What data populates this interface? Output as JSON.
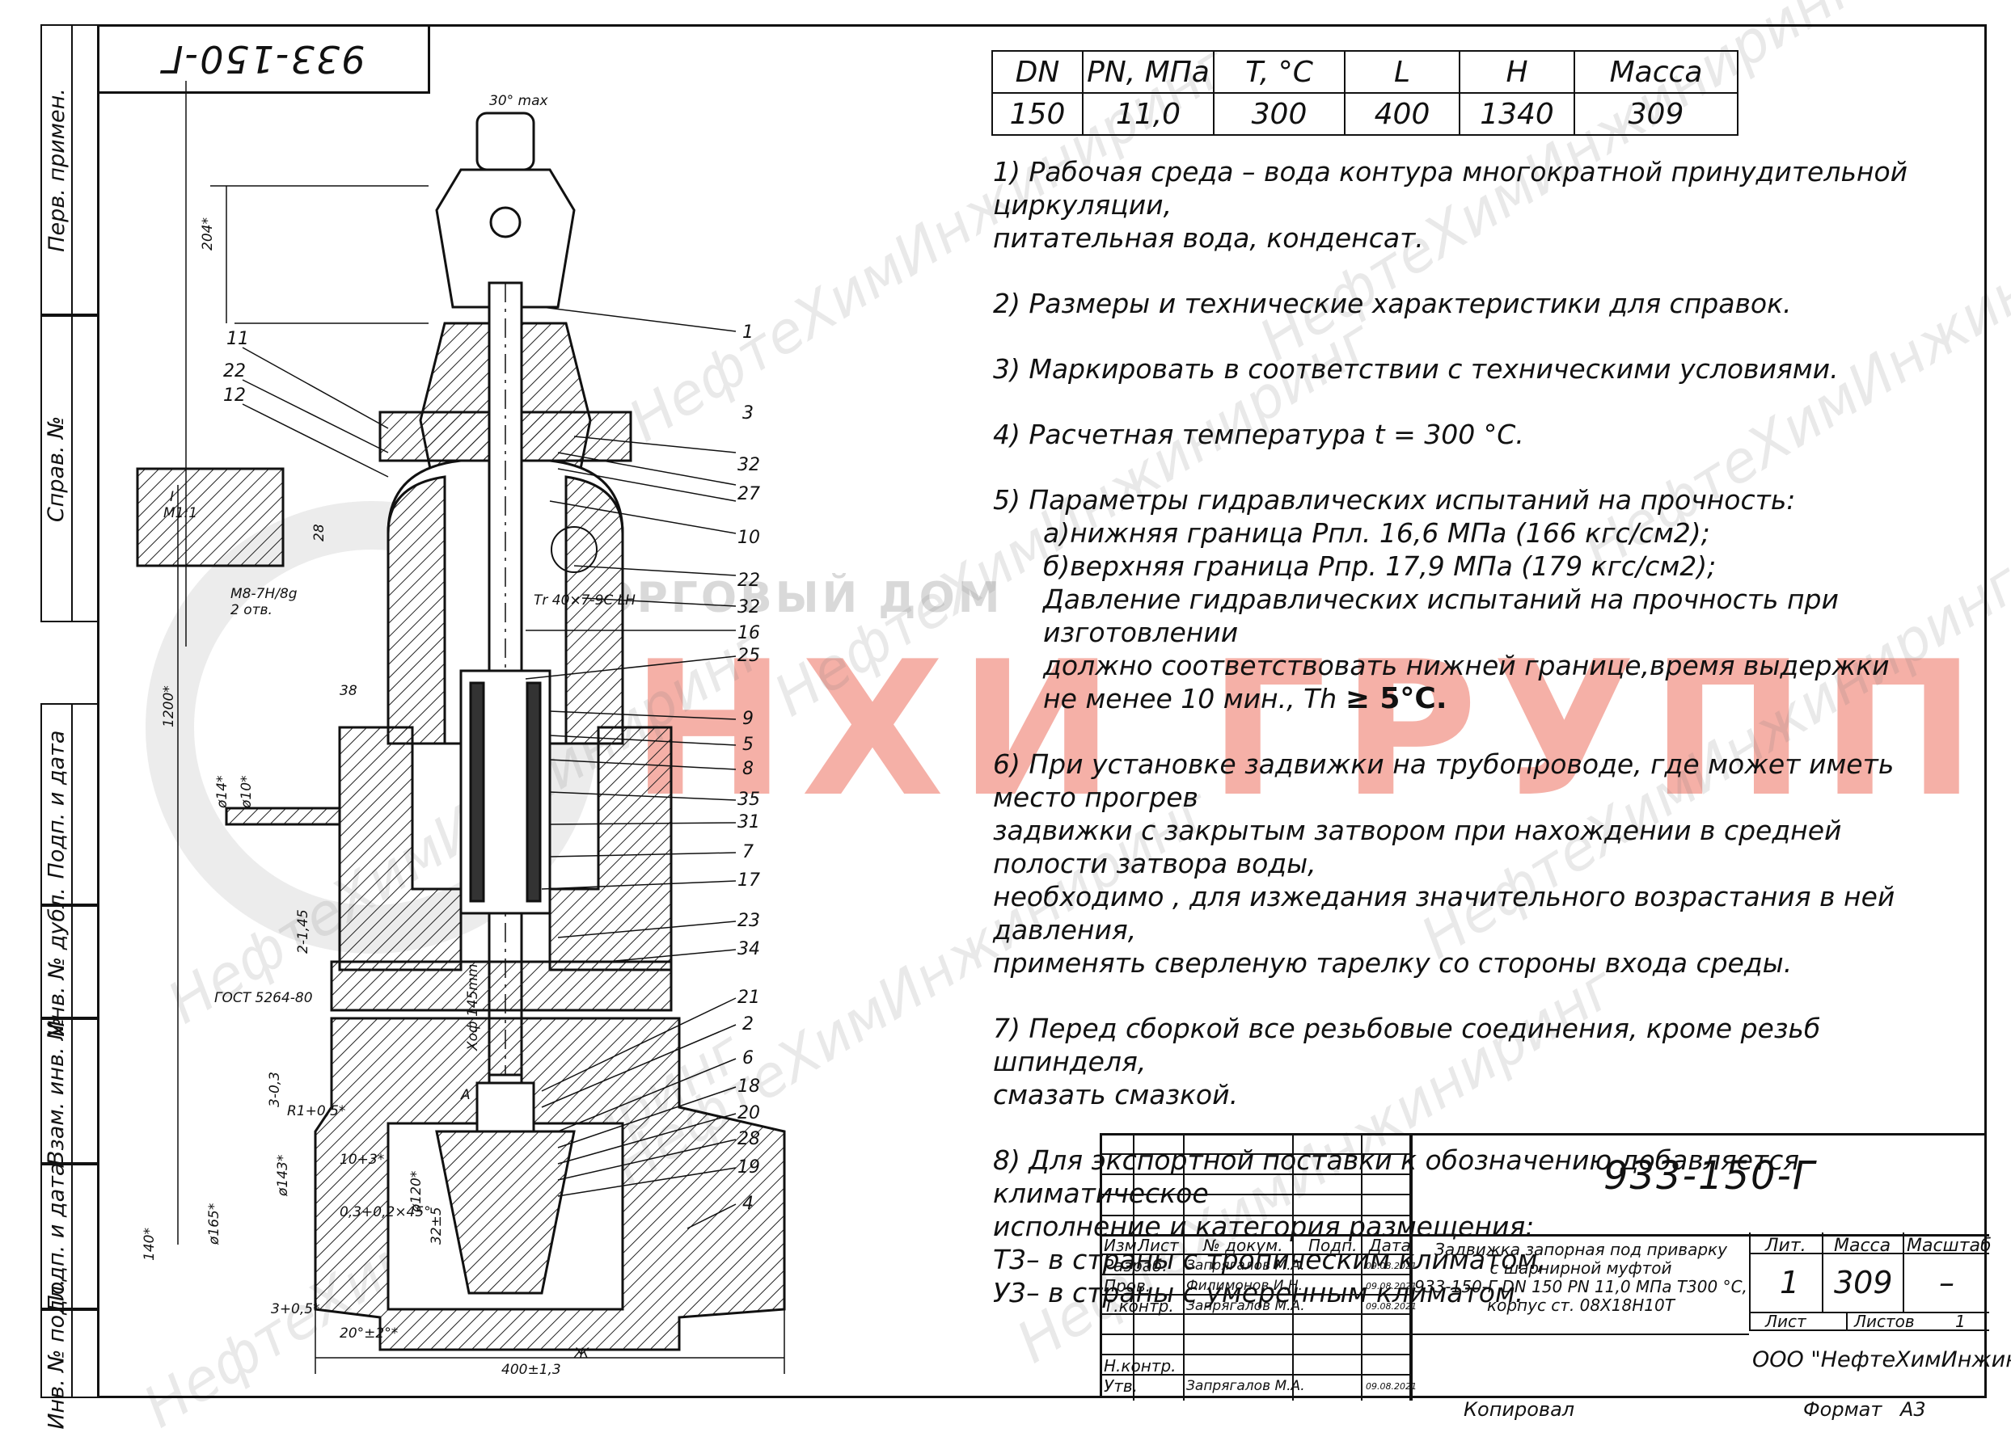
{
  "stamp": {
    "code_rotated": "933-150-Г"
  },
  "sidebar": {
    "items": [
      {
        "label": "Перв. примен."
      },
      {
        "label": "Справ. №"
      },
      {
        "label": "Подп. и дата"
      },
      {
        "label": "Инв. № дубл."
      },
      {
        "label": "Взам. инв. №"
      },
      {
        "label": "Подп. и дата"
      },
      {
        "label": "Инв. № подл."
      }
    ]
  },
  "spec": {
    "headers": [
      "DN",
      "PN, МПа",
      "T, °С",
      "L",
      "H",
      "Масса"
    ],
    "values": [
      "150",
      "11,0",
      "300",
      "400",
      "1340",
      "309"
    ]
  },
  "notes": [
    [
      "1) Рабочая среда – вода контура многократной принудительной циркуляции,",
      "питательная вода, конденсат."
    ],
    [
      "2) Размеры и технические характеристики для справок."
    ],
    [
      "3) Маркировать в соответствии с техническими условиями."
    ],
    [
      "4) Расчетная температура t = 300 °С."
    ],
    [
      "5) Параметры гидравлических испытаний на прочность:"
    ],
    [
      "6) При установке задвижки на трубопроводе, где может иметь место прогрев",
      "задвижки с закрытым затвором при нахождении в средней полости затвора воды,",
      "необходимо , для изжедания значительного возрастания в ней давления,",
      "применять сверленую тарелку со стороны входа среды."
    ],
    [
      "7) Перед сборкой все резьбовые соединения, кроме резьб шпинделя,",
      "смазать смазкой."
    ],
    [
      "8) Для экспортной поставки к обозначению добавляется климатическое",
      "исполнение и категория размещения:",
      "Т3– в страны с тропическим климатом,",
      "У3– в страны с умеренным климатом."
    ]
  ],
  "note5_sub": [
    "а)нижняя граница Рпл. 16,6 МПа (166 кгс/см2);",
    "б)верхняя граница Рпр. 17,9 МПа (179 кгс/см2);",
    "Давление гидравлических испытаний на прочность при изготовлении",
    "должно соответствовать нижней границе,время выдержки"
  ],
  "note5_last_prefix": "не менее 10 мин., Th",
  "note5_last_value": "≥ 5°С.",
  "title_block": {
    "designation": "933-150-Г",
    "name_lines": [
      "Задвижка запорная под приварку",
      "с шарнирной муфтой",
      "933-150-Г DN 150 PN 11,0 МПа Т300 °С,",
      "корпус ст. 08Х18Н10Т"
    ],
    "col_headers": [
      "Изм.",
      "Лист",
      "№ докум.",
      "Подп.",
      "Дата"
    ],
    "rows": [
      {
        "role": "Разраб.",
        "name": "Запрягалов М.А.",
        "date": "09.08.2021"
      },
      {
        "role": "Пров.",
        "name": "Филимонов И.Н.",
        "date": "09.08.2021"
      },
      {
        "role": "Т.контр.",
        "name": "Запрягалов М.А.",
        "date": "09.08.2021"
      },
      {
        "role": "Н.контр.",
        "name": "",
        "date": ""
      },
      {
        "role": "Утв.",
        "name": "Запрягалов М.А.",
        "date": "09.08.2021"
      }
    ],
    "lit_label": "Лит.",
    "mass_label": "Масса",
    "scale_label": "Масштаб",
    "lit_value": "1",
    "mass_value": "309",
    "scale_value": "–",
    "sheet_label": "Лист",
    "sheets_label": "Листов",
    "sheets_value": "1",
    "company": "ООО \"НефтеХимИнжиниринг\"",
    "copied": "Копировал",
    "format_label": "Формат",
    "format_value": "А3"
  },
  "drawing": {
    "callouts_right": [
      "1",
      "3",
      "32",
      "27",
      "10",
      "22",
      "32",
      "16",
      "25",
      "9",
      "5",
      "8",
      "35",
      "31",
      "7",
      "17",
      "23",
      "34",
      "21",
      "2",
      "6",
      "18",
      "20",
      "28",
      "19",
      "4"
    ],
    "callouts_left": [
      "11",
      "22",
      "12"
    ],
    "dims": [
      "30° max",
      "204*",
      "1200*",
      "140*",
      "400±1,3",
      "Хоф 145mm",
      "ГОСТ 5264-80",
      "ø14*",
      "ø10*",
      "38",
      "Тr 40×7-9С LH",
      "ø120*",
      "ø165*",
      "ø143*",
      "10+3*",
      "0,3+0,2×45°",
      "3+0,5*",
      "20°±2°*",
      "3-0,3",
      "R1+0,5*",
      "32±5",
      "Ж",
      "А",
      "I",
      "М1:1",
      "М8-7Н/8g",
      "2 отв.",
      "28",
      "2-1,45"
    ]
  },
  "watermarks": {
    "big": "НХИ ГРУПП",
    "small": "ТОРГОВЫЙ ДОМ",
    "repeat": "НефтеХимИнжиниринг"
  }
}
